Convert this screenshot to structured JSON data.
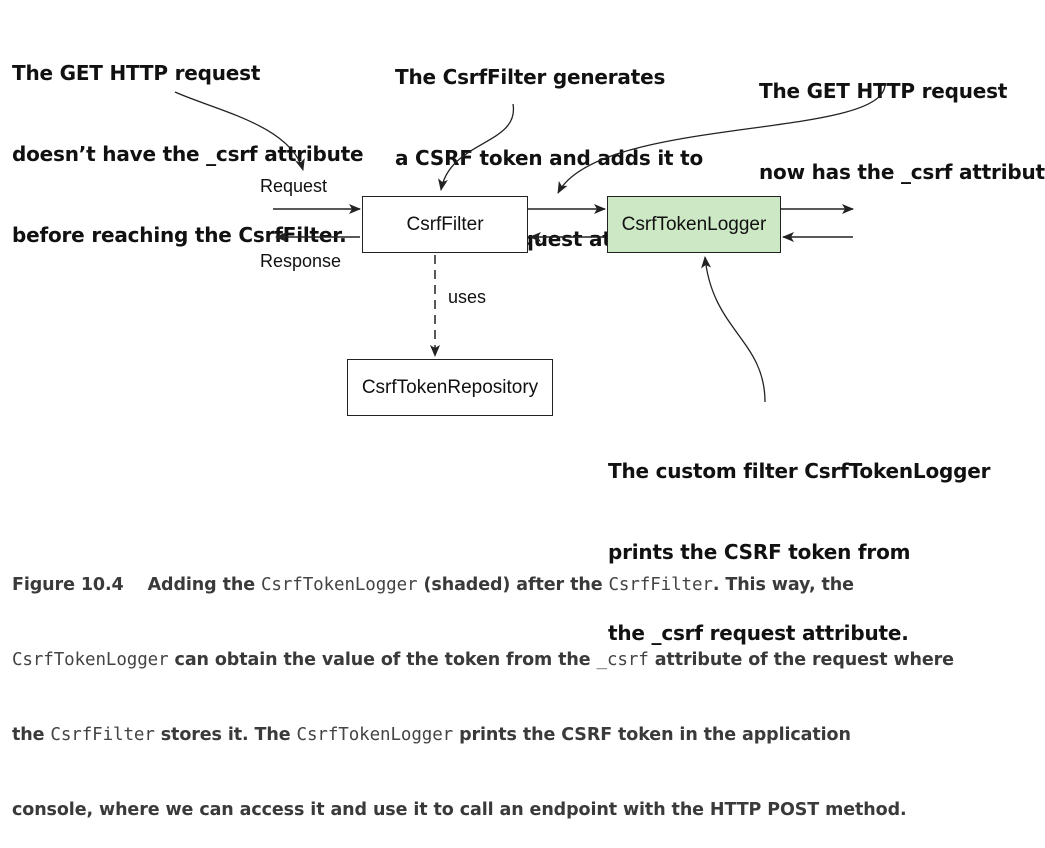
{
  "annotations": {
    "left": [
      "The GET HTTP request",
      "doesn’t have the _csrf attribute",
      "before reaching the CsrfFilter."
    ],
    "middle": [
      "The CsrfFilter generates",
      "a CSRF token and adds it to",
      "the _csrf request attribute."
    ],
    "right": [
      "The GET HTTP request",
      "now has the _csrf attribute."
    ],
    "bottom": [
      "The custom filter CsrfTokenLogger",
      "prints the CSRF token from",
      "the _csrf request attribute."
    ]
  },
  "nodes": {
    "csrf_filter": "CsrfFilter",
    "token_logger": "CsrfTokenLogger",
    "token_repository": "CsrfTokenRepository"
  },
  "edge_labels": {
    "request": "Request",
    "response": "Response",
    "uses": "uses"
  },
  "colors": {
    "shaded_box": "#cce8c4",
    "line": "#222222",
    "caption_text": "#3a3a3a"
  },
  "caption": {
    "line1": {
      "fig": "Figure 10.4",
      "t1": "Adding the ",
      "c1": "CsrfTokenLogger",
      "t2": " (shaded) after the ",
      "c2": "CsrfFilter",
      "t3": ". This way, the"
    },
    "line2": {
      "c1": "CsrfTokenLogger",
      "t1": " can obtain the value of the token from the ",
      "c2": "_csrf",
      "t2": " attribute of the request where"
    },
    "line3": {
      "t1": "the ",
      "c1": "CsrfFilter",
      "t2": " stores it. The ",
      "c2": "CsrfTokenLogger",
      "t3": " prints the CSRF token in the application"
    },
    "line4": {
      "t1": "console, where we can access it and use it to call an endpoint with the HTTP POST method."
    }
  }
}
